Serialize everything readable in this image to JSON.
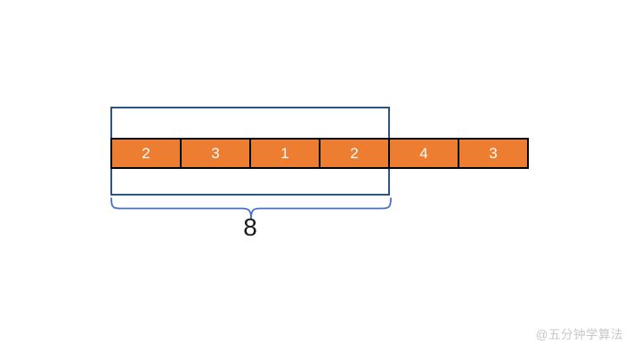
{
  "array": {
    "cells": [
      "2",
      "3",
      "1",
      "2",
      "4",
      "3"
    ]
  },
  "window": {
    "sum_label": "8",
    "covers_cells": 4
  },
  "watermark": {
    "text": "@五分钟学算法"
  },
  "colors": {
    "background": "#FFFFFF",
    "cell_fill": "#ED7D31",
    "cell_border": "#000000",
    "cell_text": "#FFFFFF",
    "window_border": "#2E5186",
    "brace": "#4472C4",
    "sum_text": "#1A1A1A",
    "watermark_text": "#C8C8C8"
  }
}
